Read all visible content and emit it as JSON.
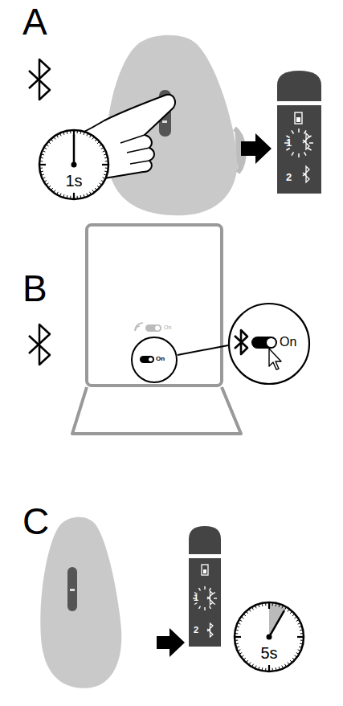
{
  "diagram": {
    "nodes": [
      {
        "text": [
          "1s"
        ]
      },
      {
        "text": [
          "On"
        ]
      },
      {
        "text": [
          "On"
        ]
      },
      {
        "text": [
          "5s"
        ]
      }
    ],
    "labels": [
      "A",
      "1",
      "2",
      "B",
      "On",
      "C",
      "1",
      "2"
    ]
  }
}
